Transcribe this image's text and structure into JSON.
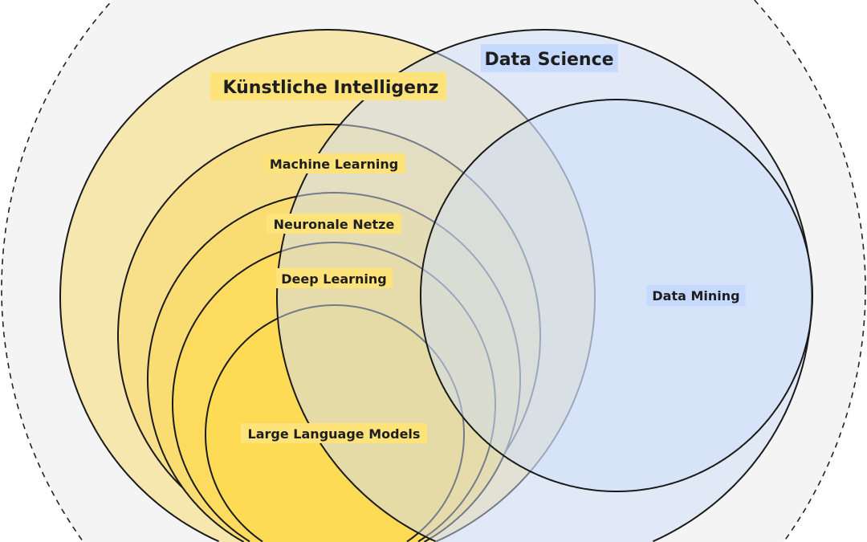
{
  "diagram": {
    "labels": {
      "ai": "Künstliche Intelligenz",
      "ml": "Machine Learning",
      "nn": "Neuronale Netze",
      "dl": "Deep Learning",
      "llm": "Large Language Models",
      "ds": "Data Science",
      "dm": "Data Mining"
    },
    "colors": {
      "yellow_fill": "#ffd84a",
      "yellow_label": "#fde37a",
      "blue_fill": "#d2e0f8",
      "blue_label": "#c6dafd",
      "background": "#f4f4f4"
    }
  }
}
